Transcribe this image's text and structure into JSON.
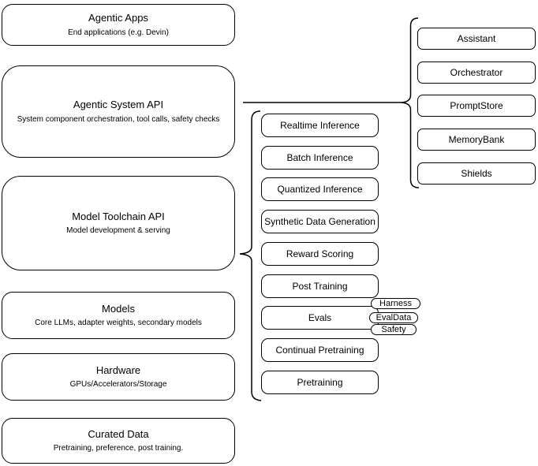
{
  "diagram_title": "Agentic AI stack diagram",
  "colors": {
    "background": "#ffffff",
    "box_fill": "#ffffff",
    "border": "#000000",
    "text": "#000000"
  },
  "layers": [
    {
      "title": "Agentic Apps",
      "subtitle": "End applications (e.g. Devin)"
    },
    {
      "title": "Agentic System API",
      "subtitle": "System component orchestration, tool calls, safety checks"
    },
    {
      "title": "Model Toolchain API",
      "subtitle": "Model development & serving"
    },
    {
      "title": "Models",
      "subtitle": "Core LLMs, adapter weights, secondary models"
    },
    {
      "title": "Hardware",
      "subtitle": "GPUs/Accelerators/Storage"
    },
    {
      "title": "Curated Data",
      "subtitle": "Pretraining, preference, post training."
    }
  ],
  "toolchain_items": [
    "Realtime Inference",
    "Batch Inference",
    "Quantized Inference",
    "Synthetic Data Generation",
    "Reward Scoring",
    "Post Training",
    "Evals",
    "Continual Pretraining",
    "Pretraining"
  ],
  "eval_tags": [
    "Harness",
    "EvalData",
    "Safety"
  ],
  "system_components": [
    "Assistant",
    "Orchestrator",
    "PromptStore",
    "MemoryBank",
    "Shields"
  ]
}
